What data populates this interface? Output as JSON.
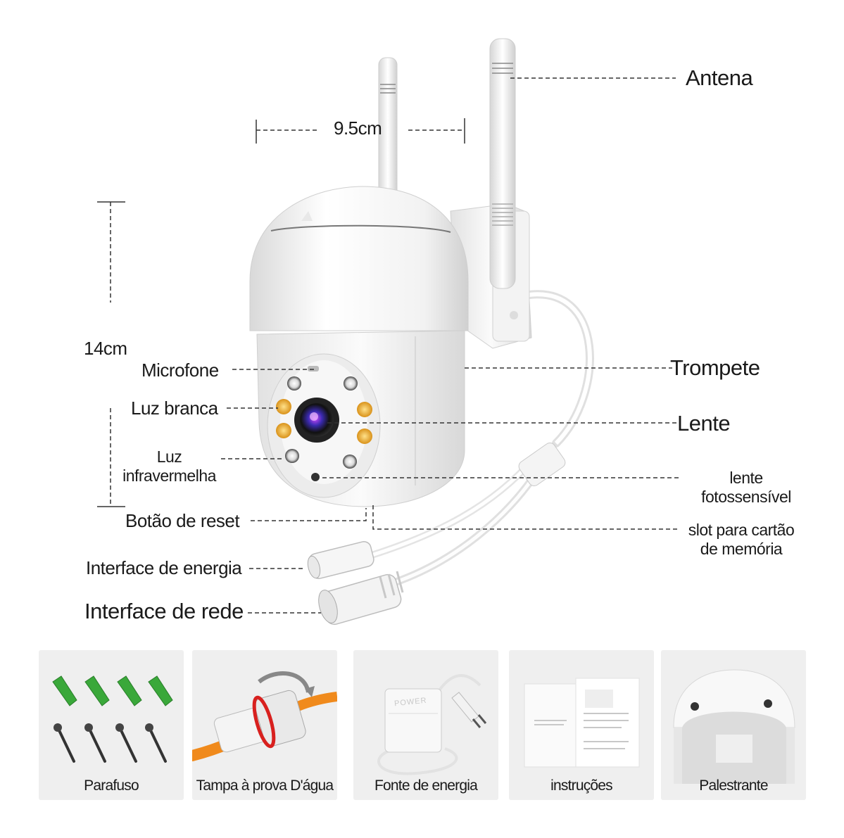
{
  "dimensions": {
    "width": "9.5cm",
    "height": "14cm"
  },
  "labels": {
    "antena": "Antena",
    "trompete": "Trompete",
    "lente": "Lente",
    "lente_foto_1": "lente",
    "lente_foto_2": "fotossensível",
    "slot_1": "slot para cartão",
    "slot_2": "de memória",
    "microfone": "Microfone",
    "luz_branca": "Luz branca",
    "luz_infra_1": "Luz",
    "luz_infra_2": "infravermelha",
    "botao_reset": "Botão de reset",
    "interface_energia": "Interface de energia",
    "interface_rede": "Interface de rede"
  },
  "accessories": [
    {
      "label": "Parafuso"
    },
    {
      "label": "Tampa à prova D'água"
    },
    {
      "label": "Fonte de energia",
      "box_text": "POWER"
    },
    {
      "label": "instruções"
    },
    {
      "label": "Palestrante"
    }
  ],
  "colors": {
    "wall_plug": "#3aa83a",
    "cable": "#f08a1c",
    "seal_ring": "#d8201e",
    "ir_led": "#e8a520"
  }
}
